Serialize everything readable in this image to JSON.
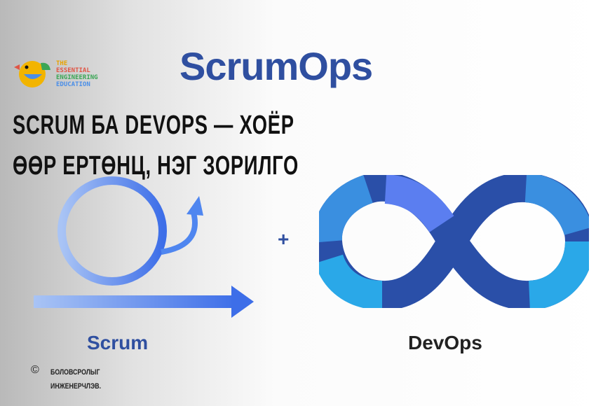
{
  "logo": {
    "lines": [
      "THE",
      "ESSENTIAL",
      "ENGINEERING",
      "EDUCATION"
    ],
    "colors": [
      "#e8a200",
      "#e05545",
      "#3aa655",
      "#4a8ee8"
    ]
  },
  "brand_title": "ScrumOps",
  "headline": {
    "line1": "SCRUM БА DEVOPS — ХОЁР",
    "line2": "ӨӨР ЕРТӨНЦ, НЭГ ЗОРИЛГО"
  },
  "scrum_label": "Scrum",
  "plus": "+",
  "devops_label": "DevOps",
  "footer": {
    "copyright_symbol": "©",
    "line1": "БОЛОВСРОЛЫГ",
    "line2": "ИНЖЕНЕРЧЛЭВ."
  },
  "colors": {
    "brand": "#2f4fa0",
    "scrum_blue": "#4f86f0",
    "devops_dark": "#2a4fa8",
    "devops_light": "#2aa8e8"
  }
}
